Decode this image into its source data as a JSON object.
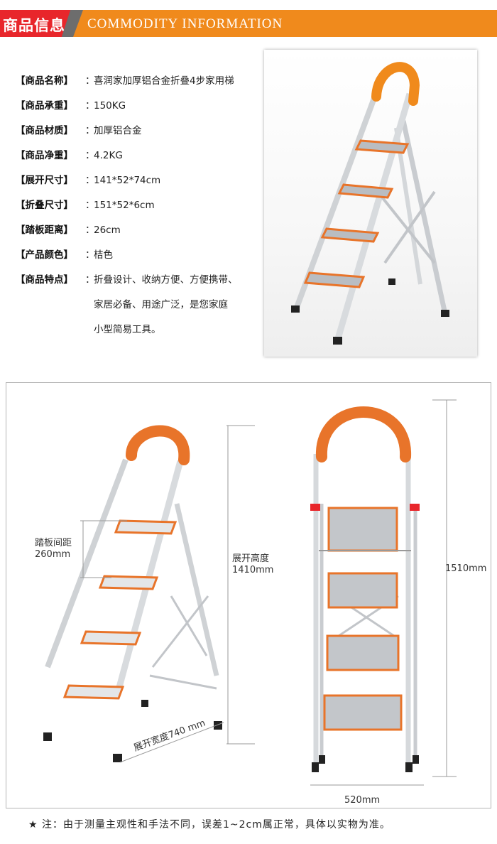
{
  "header": {
    "title_cn": "商品信息",
    "title_en": "COMMODITY INFORMATION"
  },
  "colors": {
    "red": "#e8262b",
    "orange": "#f08a1c",
    "gray": "#6d6d6d",
    "ladder_orange": "#e8742a",
    "aluminum": "#d6d9dc"
  },
  "info": {
    "rows": [
      {
        "label": "【商品名称】",
        "value": "喜润家加厚铝合金折叠4步家用梯"
      },
      {
        "label": "【商品承重】",
        "value": "150KG"
      },
      {
        "label": "【商品材质】",
        "value": "加厚铝合金"
      },
      {
        "label": "【商品净重】",
        "value": "4.2KG"
      },
      {
        "label": "【展开尺寸】",
        "value": "141*52*74cm"
      },
      {
        "label": "【折叠尺寸】",
        "value": "151*52*6cm"
      },
      {
        "label": "【踏板距离】",
        "value": "26cm"
      },
      {
        "label": "【产品颜色】",
        "value": "桔色"
      }
    ],
    "separator": "：",
    "features": {
      "label": "【商品特点】",
      "lines": [
        "折叠设计、收纳方便、方便携带、",
        "家居必备、用途广泛，是您家庭",
        "小型简易工具。"
      ]
    }
  },
  "dimensions": {
    "step_spacing_label": "踏板间距",
    "step_spacing_value": "260mm",
    "open_height_label": "展开高度",
    "open_height_value": "1410mm",
    "open_width": "展开宽度740 mm",
    "total_height": "1510mm",
    "width": "520mm"
  },
  "note": {
    "star": "★",
    "text": "注：由于测量主观性和手法不同，误差1~2cm属正常，具体以实物为准。"
  }
}
